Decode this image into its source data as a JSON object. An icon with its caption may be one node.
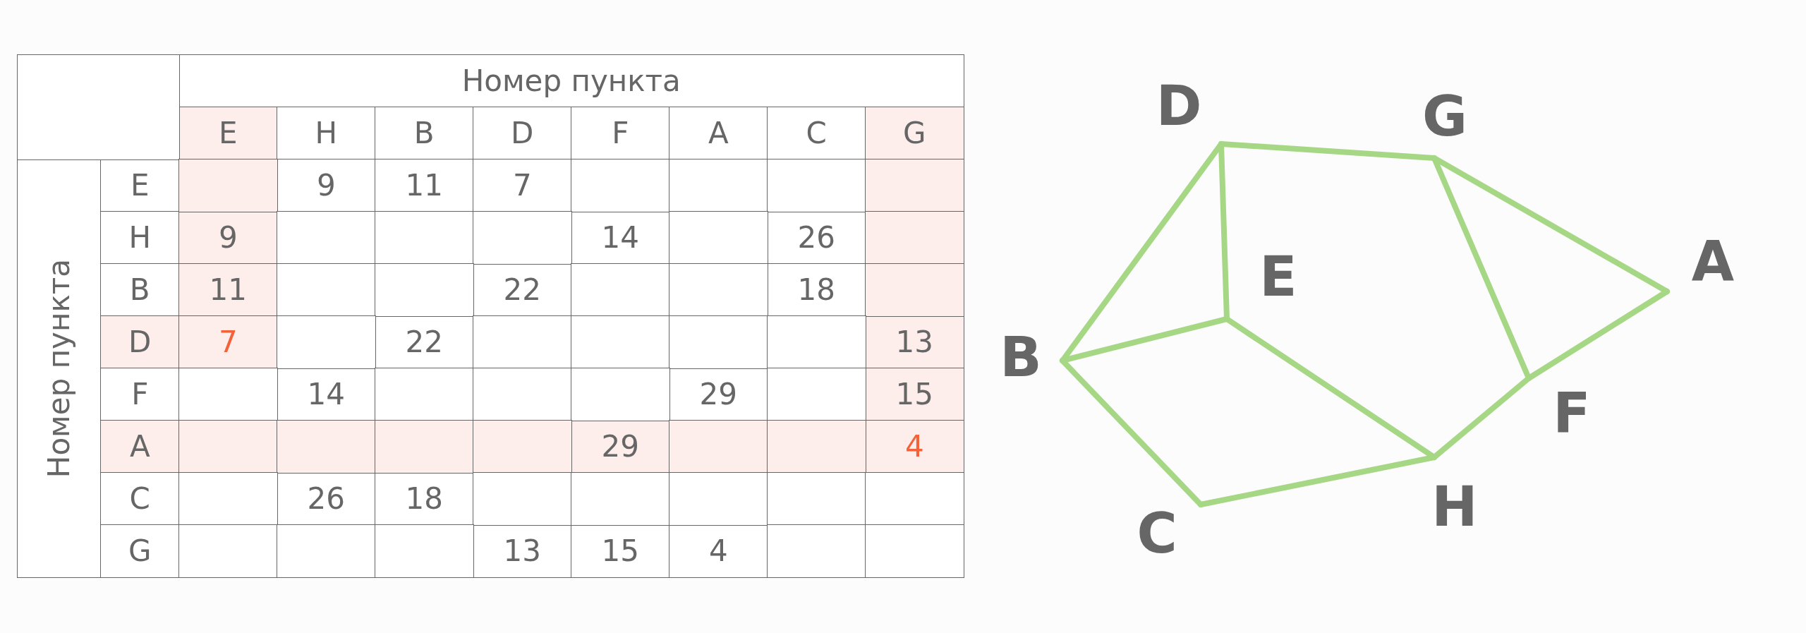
{
  "diagram": {
    "nodes": [
      {
        "text": [
          "D"
        ]
      },
      {
        "text": [
          "G"
        ]
      },
      {
        "text": [
          "A"
        ]
      },
      {
        "text": [
          "E"
        ]
      },
      {
        "text": [
          "B"
        ]
      },
      {
        "text": [
          "F"
        ]
      },
      {
        "text": [
          "H"
        ]
      },
      {
        "text": [
          "C"
        ]
      }
    ],
    "edges": [
      {
        "from": 0,
        "to": 1,
        "arrow": "none"
      },
      {
        "from": 0,
        "to": 4,
        "arrow": "none"
      },
      {
        "from": 0,
        "to": 3,
        "arrow": "none"
      },
      {
        "from": 1,
        "to": 2,
        "arrow": "none"
      },
      {
        "from": 1,
        "to": 5,
        "arrow": "none"
      },
      {
        "from": 2,
        "to": 5,
        "arrow": "none"
      },
      {
        "from": 3,
        "to": 4,
        "arrow": "none"
      },
      {
        "from": 3,
        "to": 6,
        "arrow": "none"
      },
      {
        "from": 4,
        "to": 7,
        "arrow": "none"
      },
      {
        "from": 5,
        "to": 6,
        "arrow": "none"
      },
      {
        "from": 6,
        "to": 7,
        "arrow": "none"
      }
    ],
    "labels": [
      "Номер пункта",
      "E",
      "H",
      "B",
      "D",
      "F",
      "A",
      "C",
      "G",
      "Номер пункта",
      "E",
      "9",
      "11",
      "7",
      "H",
      "9",
      "14",
      "26",
      "B",
      "11",
      "22",
      "18",
      "D",
      "7",
      "22",
      "13",
      "F",
      "14",
      "29",
      "15",
      "A",
      "29",
      "4",
      "C",
      "26",
      "18",
      "G",
      "13",
      "15",
      "4"
    ]
  }
}
